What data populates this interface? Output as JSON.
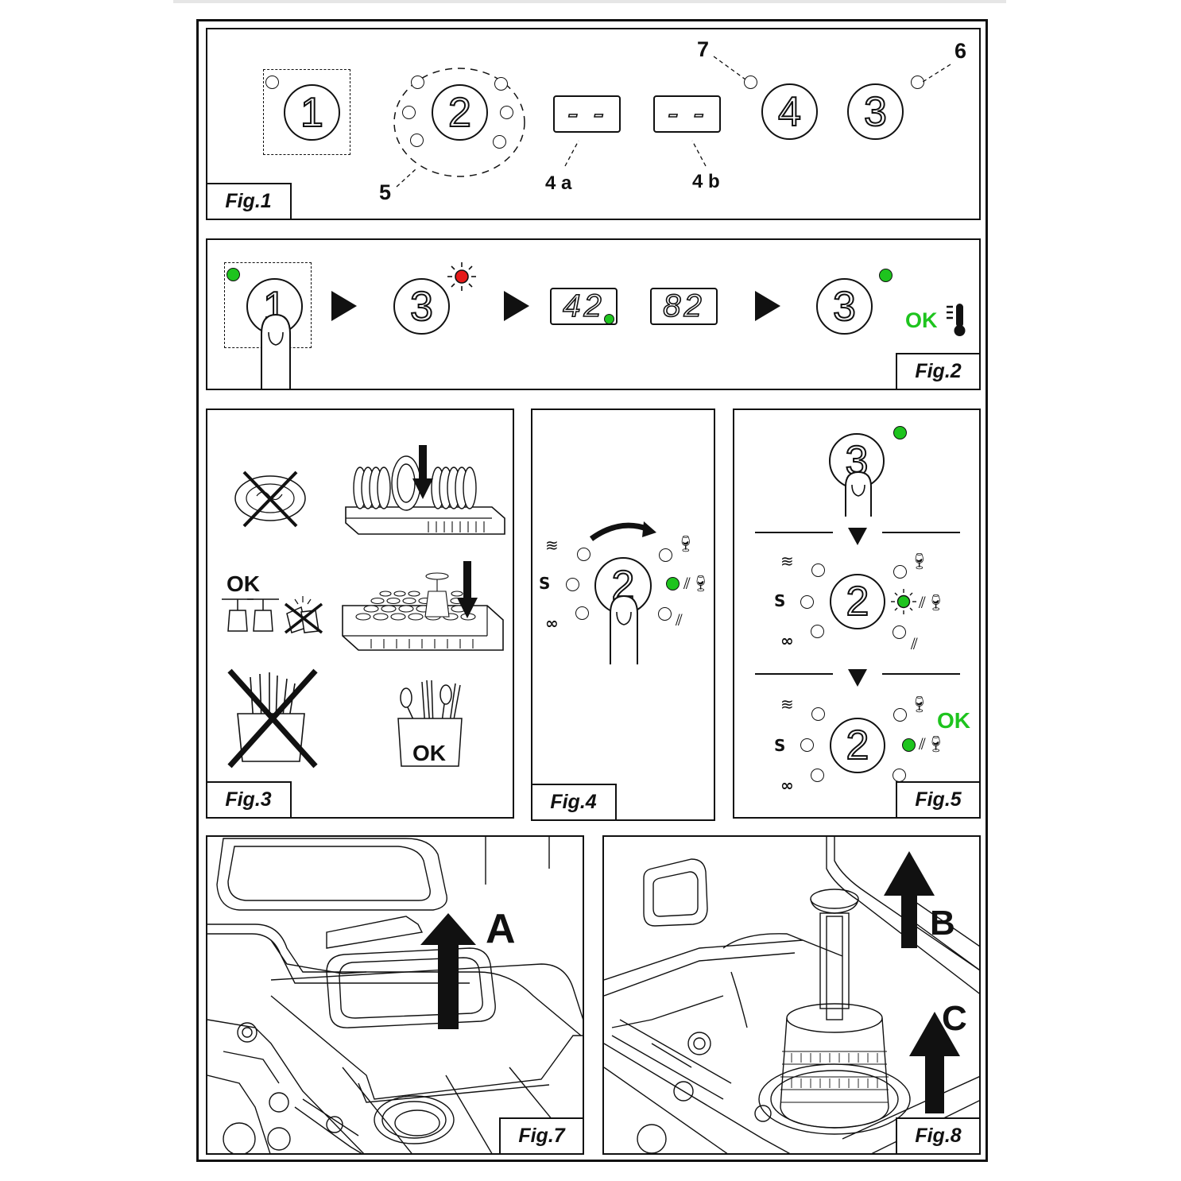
{
  "figures": {
    "fig1": {
      "label": "Fig.1",
      "knobs": [
        "1",
        "2",
        "4",
        "3"
      ],
      "displays": [
        "- -",
        "- -"
      ],
      "callouts": [
        "7",
        "6",
        "5",
        "4 a",
        "4 b"
      ]
    },
    "fig2": {
      "label": "Fig.2",
      "knobs": [
        "1",
        "3",
        "3"
      ],
      "displays": [
        "42",
        "82"
      ],
      "ok": "OK"
    },
    "fig3": {
      "label": "Fig.3",
      "ok_glasses": "OK",
      "ok_cutlery": "OK"
    },
    "fig4": {
      "label": "Fig.4",
      "knob": "2"
    },
    "fig5": {
      "label": "Fig.5",
      "knobs": [
        "3",
        "2",
        "2"
      ],
      "ok": "OK"
    },
    "fig7": {
      "label": "Fig.7",
      "arrow": "A"
    },
    "fig8": {
      "label": "Fig.8",
      "arrow_b": "B",
      "arrow_c": "C"
    }
  },
  "colors": {
    "led_green": "#1ec41e",
    "led_red": "#e61a1a",
    "ink": "#111111"
  }
}
